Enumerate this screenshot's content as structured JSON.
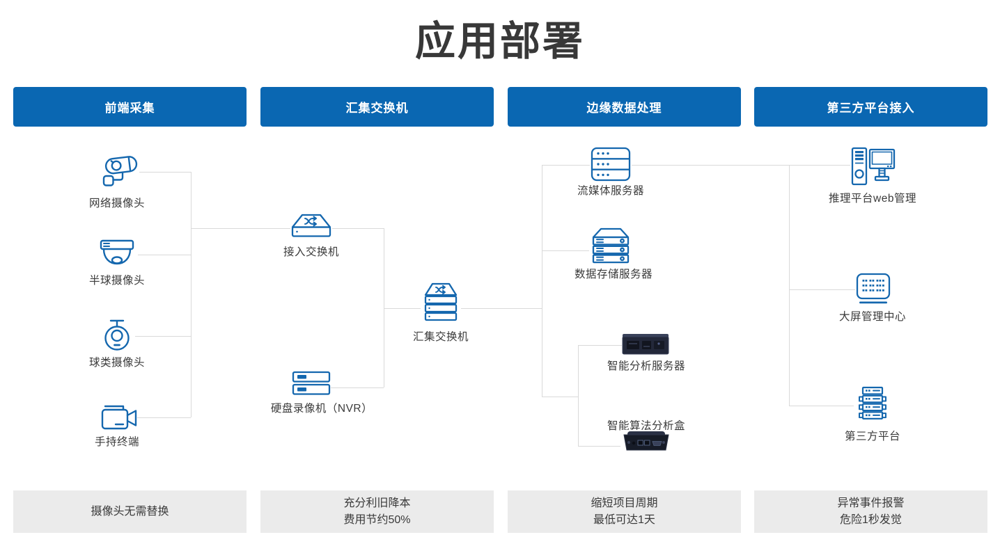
{
  "title": "应用部署",
  "headers": {
    "col1": "前端采集",
    "col2": "汇集交换机",
    "col3": "边缘数据处理",
    "col4": "第三方平台接入"
  },
  "nodes": {
    "network_camera": {
      "label": "网络摄像头",
      "icon": "bullet-camera-icon"
    },
    "dome_camera": {
      "label": "半球摄像头",
      "icon": "dome-camera-icon"
    },
    "ball_camera": {
      "label": "球类摄像头",
      "icon": "ptz-ball-camera-icon"
    },
    "handheld_terminal": {
      "label": "手持终端",
      "icon": "handheld-video-camera-icon"
    },
    "access_switch": {
      "label": "接入交换机",
      "icon": "network-switch-icon"
    },
    "nvr": {
      "label": "硬盘录像机（NVR）",
      "icon": "nvr-recorder-icon"
    },
    "aggregation_switch": {
      "label": "汇集交换机",
      "icon": "stacked-switch-icon"
    },
    "streaming_server": {
      "label": "流媒体服务器",
      "icon": "server-rack-icon"
    },
    "storage_server": {
      "label": "数据存储服务器",
      "icon": "storage-server-icon"
    },
    "analysis_server": {
      "label": "智能分析服务器",
      "icon": "rack-server-photo-icon"
    },
    "analysis_box": {
      "label": "智能算法分析盒",
      "icon": "edge-box-photo-icon"
    },
    "inference_web": {
      "label": "推理平台web管理",
      "icon": "desktop-computer-icon"
    },
    "big_screen": {
      "label": "大屏管理中心",
      "icon": "led-wall-icon"
    },
    "third_party": {
      "label": "第三方平台",
      "icon": "platform-stack-icon"
    }
  },
  "benefits": {
    "col1": "摄像头无需替换",
    "col2": "充分利旧降本\n费用节约50%",
    "col3": "缩短项目周期\n最低可达1天",
    "col4": "异常事件报警\n危险1秒发觉"
  },
  "colors": {
    "header_bg": "#0a67b2",
    "icon_stroke": "#1467ae",
    "connector": "#d9d9d9",
    "benefit_bg": "#ebebeb",
    "text": "#3a3a3a"
  }
}
